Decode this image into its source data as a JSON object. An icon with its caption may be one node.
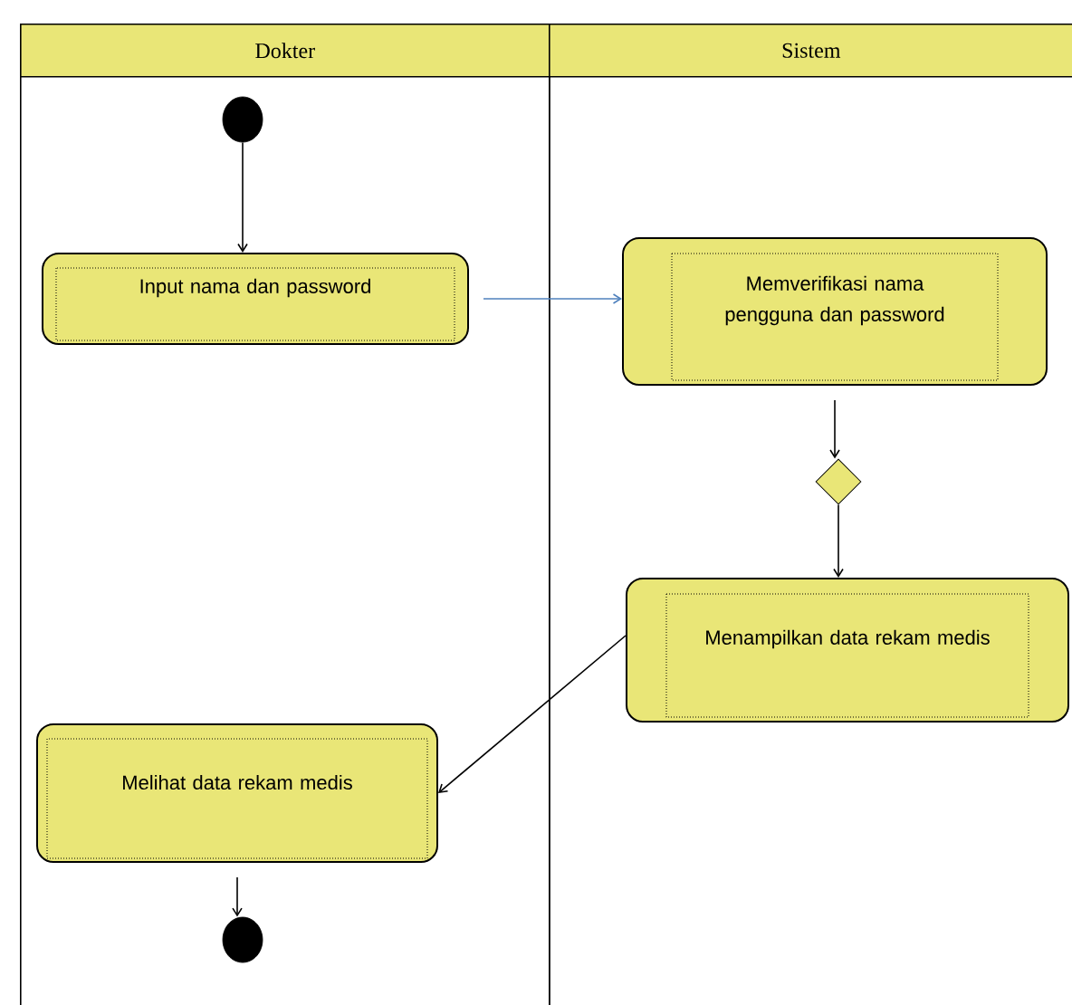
{
  "diagram": {
    "nodes": [
      {
        "text": [
          "Dokter"
        ]
      },
      {
        "text": [
          "Sistem"
        ]
      },
      {
        "text": [],
        "shape": "circle",
        "in": 0
      },
      {
        "text": [
          "Input nama dan password"
        ],
        "in": 0
      },
      {
        "text": [
          "Memverifikasi nama pengguna dan password"
        ],
        "in": 1
      },
      {
        "text": [],
        "shape": "diamond",
        "in": 1
      },
      {
        "text": [
          "Menampilkan data rekam medis"
        ],
        "in": 1
      },
      {
        "text": [
          "Melihat data rekam medis"
        ],
        "in": 0
      },
      {
        "text": [],
        "shape": "circle",
        "in": 0
      }
    ],
    "edges": [
      {
        "from": 2,
        "to": 3,
        "arrow": "to"
      },
      {
        "from": 3,
        "to": 4,
        "arrow": "to",
        "color": "#4f81bd"
      },
      {
        "from": 4,
        "to": 5,
        "arrow": "to"
      },
      {
        "from": 5,
        "to": 6,
        "arrow": "to"
      },
      {
        "from": 6,
        "to": 7,
        "arrow": "to"
      },
      {
        "from": 7,
        "to": 8,
        "arrow": "to"
      }
    ]
  }
}
